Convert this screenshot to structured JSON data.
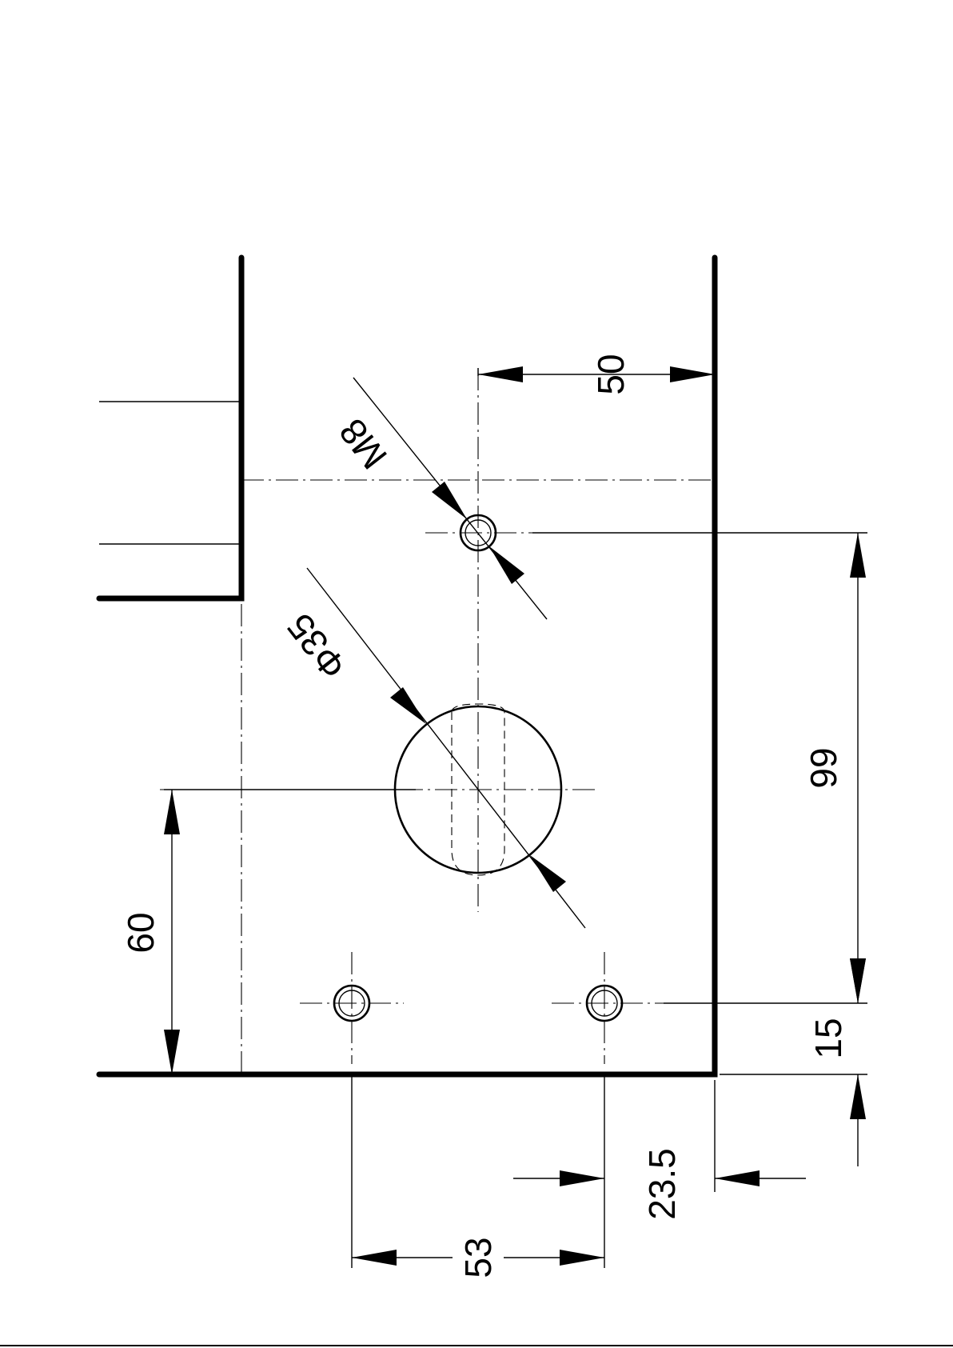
{
  "dimensions": {
    "m8": "M8",
    "top_50": "50",
    "phi_35": "Φ35",
    "left_60": "60",
    "right_99": "99",
    "right_15": "15",
    "bottom_23_5": "23.5",
    "bottom_53": "53"
  },
  "colors": {
    "line": "#000000",
    "background": "#ffffff"
  }
}
